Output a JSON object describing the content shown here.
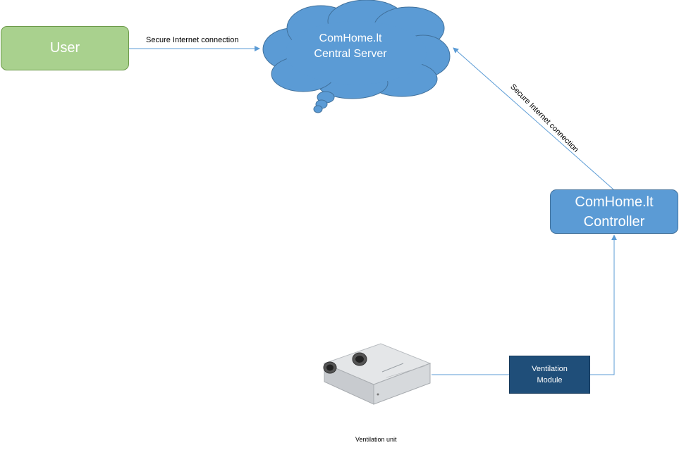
{
  "nodes": {
    "user": "User",
    "server_line1": "ComHome.lt",
    "server_line2": "Central Server",
    "controller_line1": "ComHome.lt",
    "controller_line2": "Controller",
    "module_line1": "Ventilation",
    "module_line2": "Module",
    "ventilation_unit": "Ventilation unit"
  },
  "connections": {
    "user_to_server": "Secure Internet connection",
    "controller_to_server": "Secure Internet connection"
  },
  "colors": {
    "user_fill": "#a9d18e",
    "cloud_fill": "#5b9bd5",
    "controller_fill": "#5b9bd5",
    "module_fill": "#1f4e79",
    "connector": "#5b9bd5"
  }
}
